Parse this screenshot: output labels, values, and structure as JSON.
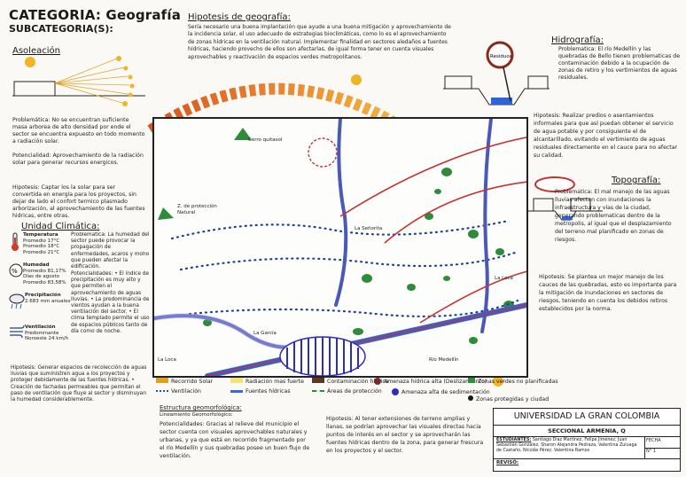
{
  "header": {
    "categoria": "CATEGORIA: Geografía",
    "subcategoria": "SUBCATEGORIA(S):"
  },
  "asoleacion": {
    "title": "Asoleación",
    "problematica": "Problemática: No se encuentran suficiente masa arborea de alto densidad por ende el sector se encuentra expuesto en todo momento a radiación solar.",
    "potencialidad": "Potencialidad: Aprovechamiento de la radiación solar para generar recursos energicos.",
    "hipotesis": "Hipotesis: Captar los la solar para ser convertida en energía para los proyectos, sin dejar de lado el confort termico plasmado arborización, al aprovechamiento de las fuentes hidricas, entre otras."
  },
  "clima": {
    "title": "Unidad Climática:",
    "items": [
      {
        "label": "Temperatura",
        "detail": "Promedio 17°C Promedio 18°C Promedio 21°C"
      },
      {
        "label": "Humedad",
        "detail": "Promedio 81,17% Días de agosto Promedio 83,58%"
      },
      {
        "label": "Precipitación",
        "detail": "2.683 mm anuales"
      },
      {
        "label": "Ventilación",
        "detail": "Predominante Noroeste 24 km/h"
      }
    ],
    "problematica": "Problematica: La humedad del sector puede provocar la propagación de enfermedades, acaros y moho que pueden afectar la edificación.",
    "potencialidades": "Potencialidades: • El índice de precipitación es muy alto y que permiten el aprovechamiento de aguas lluvias. • La predominancia de vientos ayudan a la buena ventilación del sector. • El clima templado permite el uso de espacios públicos tanto de día como de noche.",
    "hipotesis": "Hipotesis: Generar espacios de recolección de aguas lluvias que suministren agua a los proyectos y proteger debidamente de las fuentes hídricas. • Creación de fachadas permeables que permitan el paso de ventilación que fluye al sector y disminuyan la humedad considerablemente."
  },
  "hipotesis_geo": {
    "title": "Hipotesis de geografía:",
    "text": "Sería necesario una buena implantación que ayude a una buena mitigación y aprovechamiento de la incidencia solar, el uso adecuado de estrategias bioclimáticas, como lo es el aprovechamiento de zonas hídricas en la ventilación natural. Implementar finalidad en sectores aledaños a fuentes hídricas, haciendo provecho de ellos son afectarlas, de igual forma tener en cuenta visuales aprovechables y reactivación de espacios verdes metropolitanos."
  },
  "hidrografia": {
    "title": "Hidrografía:",
    "tag": "Residuos",
    "problematica": "Problematica: El río Medellín y las quebradas de Bello tienen problematicas de contaminación debido a la ocupación de zonas de retiro y los vertimientos de aguas residuales.",
    "hipotesis": "Hipotesis: Realizar predios o asentamientos informales para que así puedan obtener el servicio de agua potable y por consiguiente el de alcantarillado, evitando el vertimiento de aguas residuales directamente en el cauce para no afectar su calidad."
  },
  "topografia": {
    "title": "Topografía:",
    "problematica": "Problematica: El mal manejo de las aguas lluvias afectan con inundaciones la infraestructura y vías de la ciudad, generando problematicas dentro de la metropolis, al igual que el desplazamiento del terreno mal planificado en zonas de riesgos.",
    "hipotesis": "Hipotesis: Se plantea un mejor manejo de los cauces de las quebradas, esto es importante para la mitigación de inundaciones en sectores de riesgos, teniendo en cuenta los debidos retiros establecidos por la norma."
  },
  "map_labels": {
    "cerro": "Cerro quitasol",
    "proteccion": "Z. de protección Natural",
    "senorita": "La Señorita",
    "loca": "La Loca",
    "garcia": "La García",
    "rio": "Río Medellín",
    "loca2": "La Loca"
  },
  "legend": [
    {
      "label": "Recorrido Solar",
      "color": "#e0a020"
    },
    {
      "label": "Radiación mas fuerte",
      "color": "#f1e27a"
    },
    {
      "label": "Contaminación hídrica",
      "color": "#5a3a22"
    },
    {
      "label": "Amenaza hídrica alta (Deslizamiento)",
      "color": "#7a2a2a"
    },
    {
      "label": "Zonas verdes no planificadas",
      "color": "#2f8f3a"
    },
    {
      "label": "Ventilación",
      "color": "#1f4fa8"
    },
    {
      "label": "Fuentes hídricas",
      "color": "#3a68d8"
    },
    {
      "label": "Áreas de protección",
      "color": "#1f8f3a"
    },
    {
      "label": "Amenaza alta de sedimentación",
      "color": "#2c2cbf"
    },
    {
      "label": "Zonas protegidas y ciudad",
      "color": "#1a1a1a"
    }
  ],
  "estructura": {
    "title": "Estructura geomorfológica:",
    "sub": "Lineamiento Geomorfológico:",
    "text": "Potencialidades: Gracias al relieve del municipio el sector cuenta con visuales aprovechables naturales y urbanas, y ya que está en recorrido fragmentado por el río Medellín y sus quebradas posee un buen flujo de ventilación."
  },
  "hipotesis_final": {
    "text": "Hipotesis: Al tener extensiones de terreno amplias y llanas, se podrían aprovechar las visuales directas hacia puntos de interés en el sector y se aprovecharán las fuentes hídricas dentro de la zona, para generar frescura en los proyectos y el sector."
  },
  "title_block": {
    "university": "UNIVERSIDAD LA GRAN COLOMBIA",
    "seccional": "SECCIONAL ARMENIA, Q",
    "estudiantes_label": "ESTUDIANTES:",
    "estudiantes": "Santiago Díaz Martínez, Felipe Jiménez, Juan Sebastián González, Sharon Alejandra Pedraza, Valentina Zuluaga de Castaño, Nicolás Pérez, Valentina Ramos",
    "fecha_label": "FECHA",
    "revisa_label": "REVISÓ:",
    "numero": "N° 1"
  },
  "colors": {
    "sun_arc_dark": "#d9531e",
    "sun_arc_light": "#f2df6a",
    "river": "#2f62d6",
    "river_red": "#c8312f",
    "wind": "#1e3f9a",
    "green": "#2e8b3a",
    "pink": "#d8a8c8"
  }
}
